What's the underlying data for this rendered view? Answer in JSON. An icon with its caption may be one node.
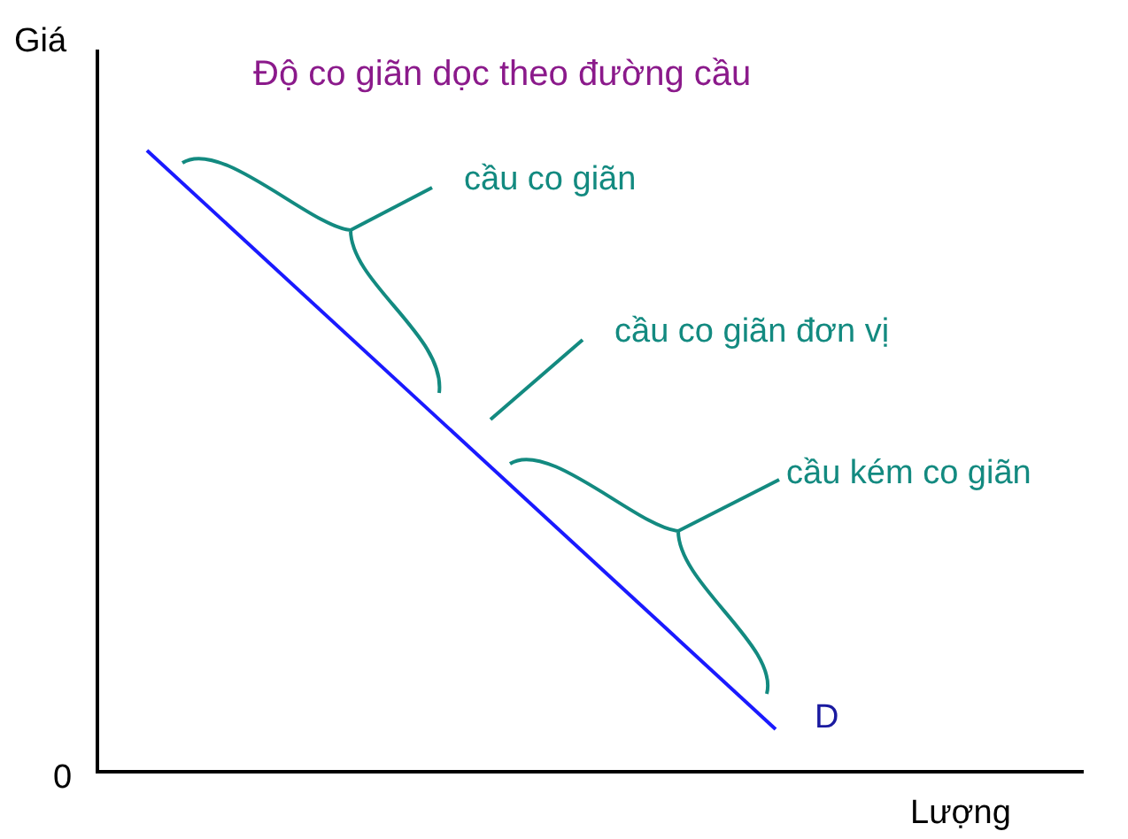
{
  "diagram": {
    "title": "Độ co giãn dọc theo đường cầu",
    "nodes": [
      {
        "text": [
          "cầu co giãn"
        ]
      },
      {
        "text": [],
        "shape": "bracket"
      },
      {
        "text": [
          "cầu co giãn đơn vị"
        ]
      },
      {
        "text": [
          "cầu kém co giãn"
        ]
      },
      {
        "text": [],
        "shape": "bracket"
      }
    ],
    "edges": [
      {
        "from": 0,
        "to": 1,
        "arrow": "none"
      },
      {
        "from": 2,
        "to": null,
        "arrow": "none"
      },
      {
        "from": 3,
        "to": 4,
        "arrow": "none"
      }
    ],
    "labels": [
      "Giá",
      "D",
      "0",
      "Lượng"
    ]
  }
}
